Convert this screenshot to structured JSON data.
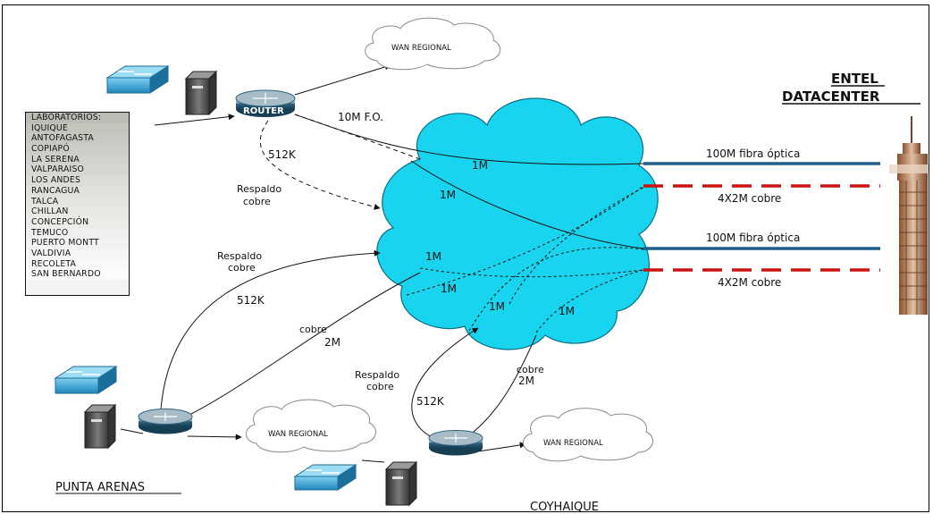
{
  "diagram": {
    "datacenter_title_line1": "ENTEL",
    "datacenter_title_line2": "DATACENTER",
    "wan_cloud_label": "WAN REGIONAL",
    "router_label": "ROUTER",
    "locations": {
      "punta_arenas": "PUNTA ARENAS",
      "coyhaique": "COYHAIQUE"
    },
    "laboratories": [
      "LABORATORIOS:",
      "IQUIQUE",
      "ANTOFAGASTA",
      "COPIAPÓ",
      "LA SERENA",
      "VALPARAISO",
      "LOS ANDES",
      "RANCAGUA",
      "TALCA",
      "CHILLAN",
      "CONCEPCIÓN",
      "TEMUCO",
      "PUERTO MONTT",
      "VALDIVIA",
      "RECOLETA",
      "SAN BERNARDO"
    ],
    "link_labels": {
      "fo_10m": "10M F.O.",
      "k512": "512K",
      "respaldo": "Respaldo",
      "cobre": "cobre",
      "m1": "1M",
      "m2": "2M",
      "fibra_100m": "100M fibra óptica",
      "cobre_4x2m": "4X2M cobre"
    }
  },
  "colors": {
    "cloud_fill": "#19d4ee",
    "cloud_stroke": "#0b6f86",
    "fiber_line": "#1f5f8b",
    "copper_line": "#cc1111",
    "switch_fill": "#3aa7d8",
    "router_fill": "#2d6480"
  },
  "icons": {
    "switch": "network-switch-icon",
    "server": "server-tower-icon",
    "router": "router-icon",
    "tower": "antenna-tower-icon",
    "wan": "wan-cloud-icon"
  }
}
